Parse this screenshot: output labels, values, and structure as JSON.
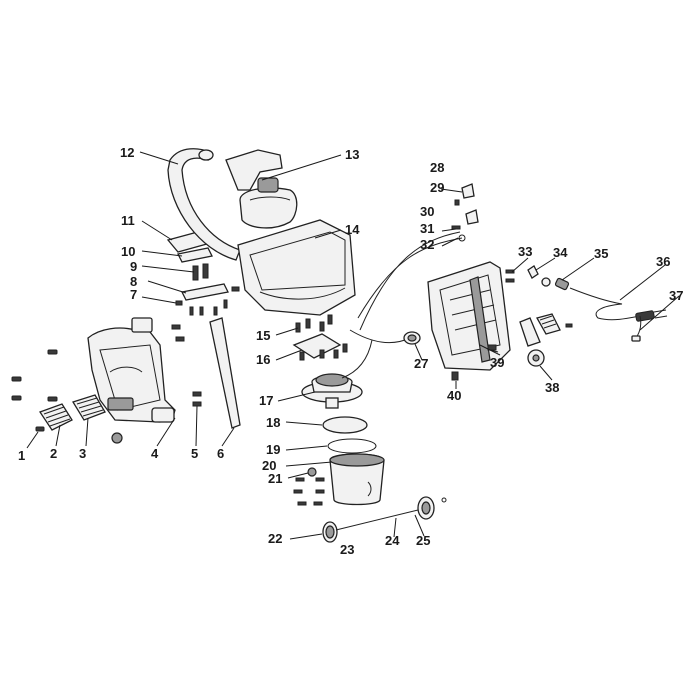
{
  "diagram": {
    "callouts": [
      "1",
      "2",
      "3",
      "4",
      "5",
      "6",
      "7",
      "8",
      "9",
      "10",
      "11",
      "12",
      "13",
      "14",
      "15",
      "16",
      "17",
      "18",
      "19",
      "20",
      "21",
      "22",
      "23",
      "24",
      "25",
      "27",
      "28",
      "29",
      "30",
      "31",
      "32",
      "33",
      "34",
      "35",
      "36",
      "37",
      "38",
      "39",
      "40"
    ]
  },
  "colors": {
    "line": "#1a1a1a",
    "part_fill": "#f2f2f2",
    "shade": "#9a9a9a",
    "dark": "#3a3a3a",
    "background": "#ffffff"
  }
}
